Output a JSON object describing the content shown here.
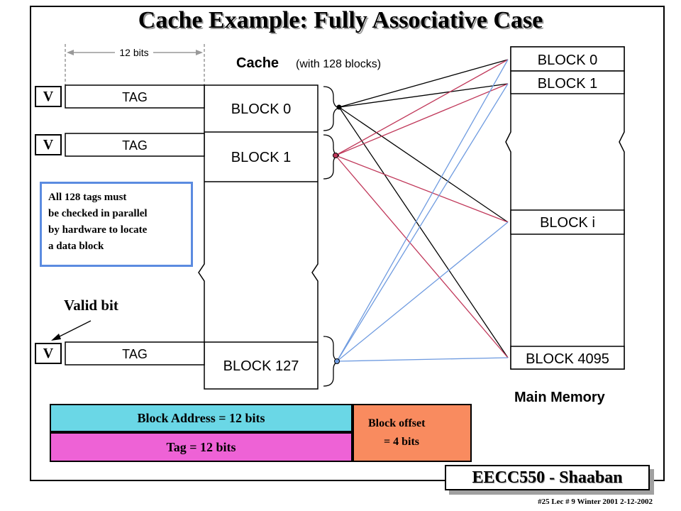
{
  "title": "Cache Example: Fully Associative Case",
  "cache": {
    "width_label": "12 bits",
    "heading_main": "Cache",
    "heading_sub": "(with 128 blocks)",
    "v_label": "V",
    "tag_label": "TAG",
    "blocks": [
      "BLOCK 0",
      "BLOCK 1",
      "BLOCK 127"
    ]
  },
  "memory": {
    "blocks": [
      "BLOCK 0",
      "BLOCK 1",
      "BLOCK i",
      "BLOCK 4095"
    ],
    "label": "Main Memory"
  },
  "note_lines": [
    "All 128 tags must",
    "be checked in parallel",
    "by hardware to locate",
    "a data block"
  ],
  "valid_bit_label": "Valid bit",
  "address_bar": {
    "block_address": "Block Address  = 12 bits",
    "tag": "Tag  = 12 bits",
    "offset_line1": "Block offset",
    "offset_line2": "=  4 bits"
  },
  "badge": "EECC550 - Shaaban",
  "footer": "#25   Lec # 9   Winter 2001   2-12-2002",
  "colors": {
    "black_lines": "#000000",
    "red_lines": "#c0385a",
    "blue_lines": "#6f9be0",
    "note_border": "#5b8be0",
    "block_address_fill": "#6ad7e6",
    "tag_fill": "#ee62d6",
    "offset_fill": "#f98b5f"
  }
}
